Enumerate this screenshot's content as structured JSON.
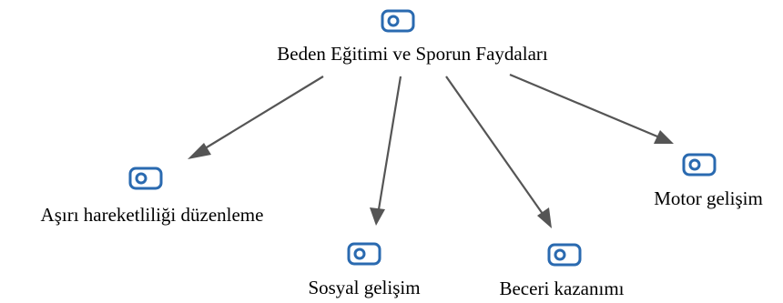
{
  "diagram": {
    "root": {
      "label": "Beden Eğitimi ve Sporun Faydaları",
      "icon": "concept-card-icon"
    },
    "children": [
      {
        "id": "asiri",
        "label": "Aşırı hareketliliği düzenleme",
        "icon": "concept-card-icon"
      },
      {
        "id": "sosyal",
        "label": "Sosyal gelişim",
        "icon": "concept-card-icon"
      },
      {
        "id": "beceri",
        "label": "Beceri kazanımı",
        "icon": "concept-card-icon"
      },
      {
        "id": "motor",
        "label": "Motor gelişim",
        "icon": "concept-card-icon"
      }
    ],
    "colors": {
      "icon": "#2a6ab0",
      "edge": "#555555",
      "text": "#000000"
    }
  }
}
